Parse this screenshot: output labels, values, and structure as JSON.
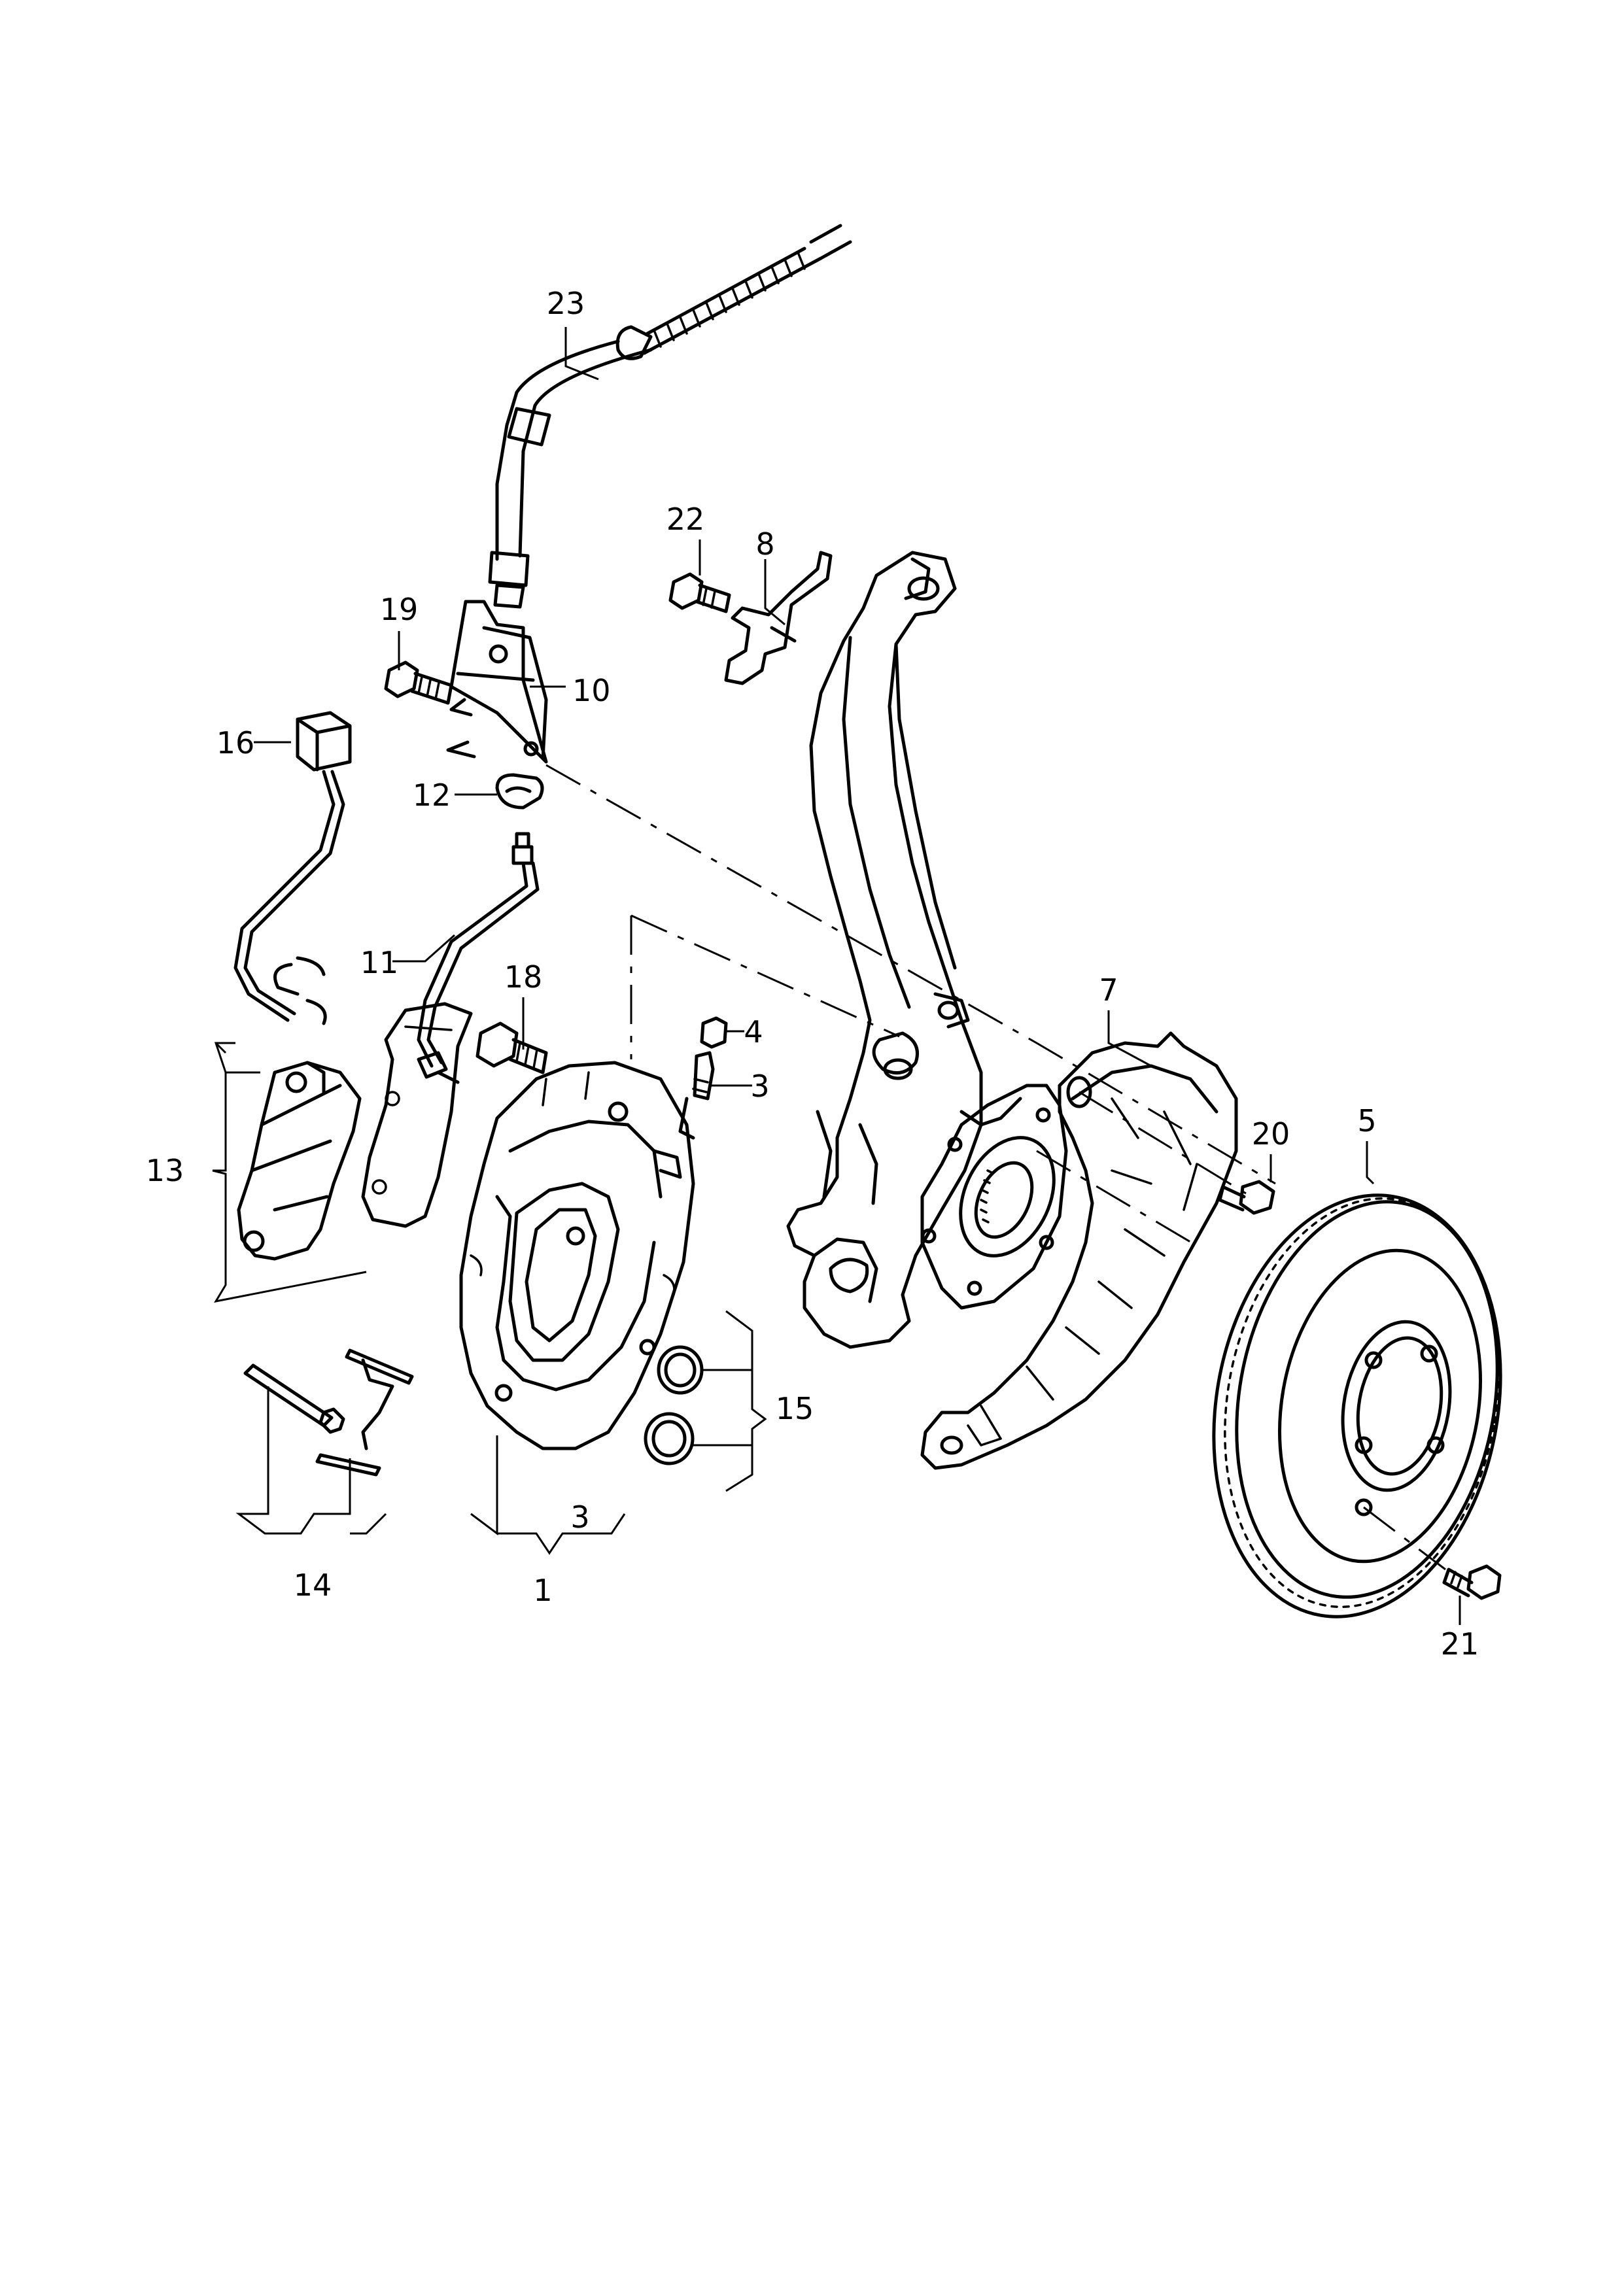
{
  "callouts": {
    "c1": "1",
    "c3a": "3",
    "c3b": "3",
    "c4": "4",
    "c5": "5",
    "c7": "7",
    "c8": "8",
    "c10": "10",
    "c11": "11",
    "c12": "12",
    "c13": "13",
    "c14": "14",
    "c15": "15",
    "c16": "16",
    "c18": "18",
    "c19": "19",
    "c20": "20",
    "c21": "21",
    "c22": "22",
    "c23": "23"
  }
}
